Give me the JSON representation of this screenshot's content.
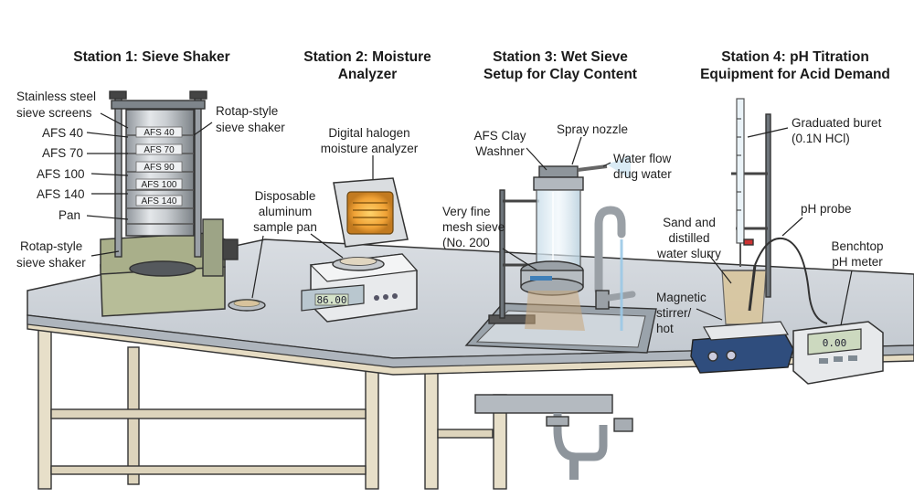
{
  "stations": {
    "s1": {
      "title": "Station 1: Sieve Shaker"
    },
    "s2": {
      "title_line1": "Station 2: Moisture",
      "title_line2": "Analyzer"
    },
    "s3": {
      "title_line1": "Station 3: Wet Sieve",
      "title_line2": "Setup for Clay Content"
    },
    "s4": {
      "title_line1": "Station 4: pH Titration",
      "title_line2": "Equipment for Acid Demand"
    }
  },
  "labels": {
    "stainless_line1": "Stainless steel",
    "stainless_line2": "sieve screens",
    "afs40": "AFS 40",
    "afs70": "AFS 70",
    "afs100": "AFS 100",
    "afs140": "AFS 140",
    "pan": "Pan",
    "rotap_left_line1": "Rotap-style",
    "rotap_left_line2": "sieve shaker",
    "rotap_right_line1": "Rotap-style",
    "rotap_right_line2": "sieve shaker",
    "halogen_line1": "Digital halogen",
    "halogen_line2": "moisture analyzer",
    "disposable_line1": "Disposable",
    "disposable_line2": "aluminum",
    "disposable_line3": "sample pan",
    "clay_washer_line1": "AFS Clay",
    "clay_washer_line2": "Washner",
    "spray_nozzle": "Spray nozzle",
    "water_flow_line1": "Water flow",
    "water_flow_line2": "drug water",
    "mesh_line1": "Very fine",
    "mesh_line2": "mesh sieve",
    "mesh_line3": "(No. 200",
    "buret_line1": "Graduated buret",
    "buret_line2": "(0.1N HCl)",
    "ph_probe": "pH probe",
    "slurry_line1": "Sand and",
    "slurry_line2": "distilled",
    "slurry_line3": "water slurry",
    "benchtop_line1": "Benchtop",
    "benchtop_line2": "pH meter",
    "stirrer_line1": "Magnetic",
    "stirrer_line2": "stirrer/",
    "stirrer_line3": "hot"
  },
  "sieve_tags": [
    "AFS 40",
    "AFS 70",
    "AFS 90",
    "AFS 100",
    "AFS 140"
  ],
  "displays": {
    "moisture": "86.00",
    "ph_meter": "0.00"
  }
}
